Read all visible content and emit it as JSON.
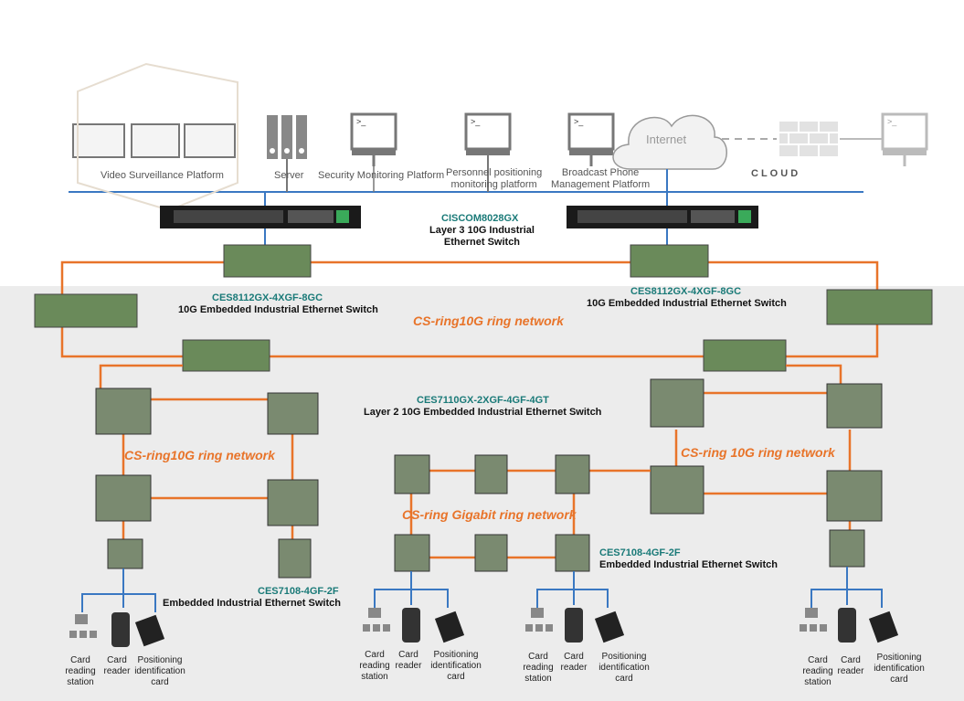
{
  "top_platforms": {
    "video": "Video Surveillance Platform",
    "server": "Server",
    "security": "Security Monitoring Platform",
    "personnel": "Personnel positioning\nmonitoring platform",
    "broadcast": "Broadcast Phone\nManagement Platform",
    "internet": "Internet",
    "cloud": "C L O U D",
    "terminal_prompt": ">_"
  },
  "core_switch": {
    "model": "CISCOM8028GX",
    "desc": "Layer 3 10G Industrial\nEthernet Switch"
  },
  "embedded_10g": {
    "model": "CES8112GX-4XGF-8GC",
    "desc": "10G Embedded Industrial Ethernet Switch"
  },
  "layer2_switch": {
    "model": "CES7110GX-2XGF-4GF-4GT",
    "desc": "Layer 2 10G Embedded Industrial Ethernet Switch"
  },
  "small_switch": {
    "model": "CES7108-4GF-2F",
    "desc": "Embedded Industrial Ethernet Switch"
  },
  "rings": {
    "top": "CS-ring10G ring network",
    "left": "CS-ring10G ring network",
    "right": "CS-ring 10G ring network",
    "middle": "CS-ring Gigabit ring network"
  },
  "endpoints": {
    "station": "Card\nreading\nstation",
    "reader": "Card\nreader",
    "card": "Positioning\nidentification\ncard"
  },
  "colors": {
    "backbone": "#3a78c2",
    "ring": "#e8742a",
    "model_text": "#1a7a78"
  }
}
